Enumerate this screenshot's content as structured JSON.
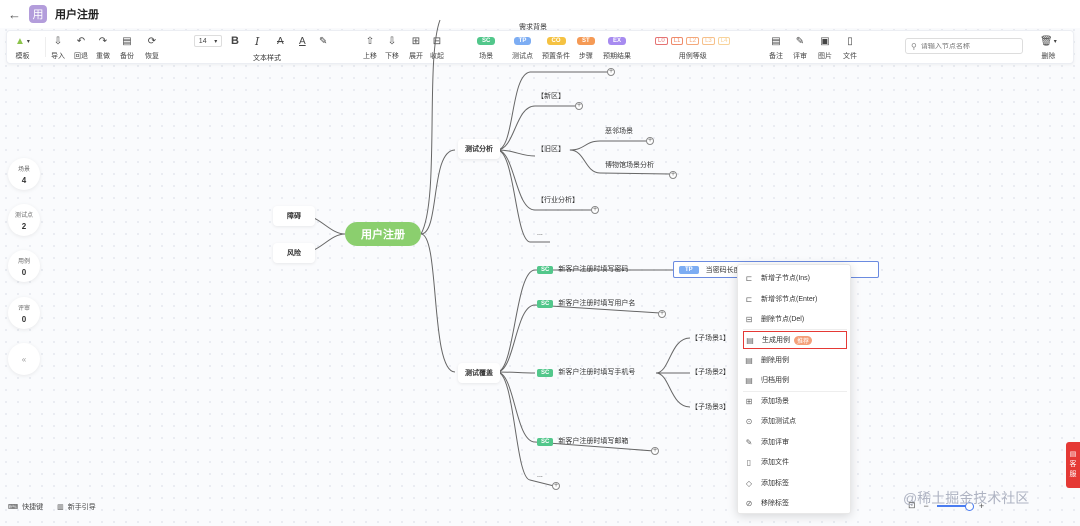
{
  "header": {
    "title": "用户注册",
    "logo": "用",
    "back_icon": "arrow-left-icon"
  },
  "toolbar": {
    "template": "模板",
    "import": "导入",
    "undo": "回退",
    "redo": "重做",
    "backup": "备份",
    "restore": "恢复",
    "font_size": "14",
    "text_style": "文本样式",
    "move_up": "上移",
    "move_down": "下移",
    "expand": "展开",
    "collapse": "收起",
    "pill_sc": "SC",
    "pill_tp": "TP",
    "pill_co": "CO",
    "pill_st": "ST",
    "pill_ex": "EX",
    "scene": "场景",
    "testpoint": "测试点",
    "precondition": "预置条件",
    "steps": "步骤",
    "expected": "预期结果",
    "levels": [
      "L0",
      "L1",
      "L2",
      "L3",
      "L4"
    ],
    "case_level": "用例等级",
    "remark": "备注",
    "review": "评审",
    "image": "图片",
    "file": "文件",
    "search_placeholder": "请输入节点名称",
    "delete": "删除",
    "colors": {
      "sc": "#52c78b",
      "tp": "#7dadf3",
      "co": "#f5c242",
      "st": "#f59a55",
      "ex": "#a78bf0"
    }
  },
  "stats": [
    {
      "label": "场景",
      "value": "4"
    },
    {
      "label": "测试点",
      "value": "2"
    },
    {
      "label": "用例",
      "value": "0"
    },
    {
      "label": "评审",
      "value": "0"
    }
  ],
  "collapse_glyph": "«",
  "map": {
    "root": "用户注册",
    "top_partial": "需求背景",
    "left": [
      "障碍",
      "风险"
    ],
    "analysis": "测试分析",
    "coverage": "测试覆盖",
    "new_area": "【新区】",
    "old_area": "【旧区】",
    "old_children": [
      "恶邻场景",
      "博物馆场景分析"
    ],
    "industry": "【行业分析】",
    "ellipsis": "...",
    "sc_label": "SC",
    "scenes": [
      "新客户注册时填写密码",
      "新客户注册时填写用户名",
      "新客户注册时填写手机号",
      "新客户注册时填写邮箱"
    ],
    "sub_scenes": [
      "【子场景1】",
      "【子场景2】",
      "【子场景3】"
    ],
    "tp_label": "TP",
    "tp_text": "当密码长度小于6位时，注册不成功"
  },
  "context_menu": {
    "items": [
      "新增子节点(Ins)",
      "新增邻节点(Enter)",
      "删除节点(Del)",
      "生成用例",
      "删除用例",
      "归档用例",
      "添加场景",
      "添加测试点",
      "添加评审",
      "添加文件",
      "添加标签",
      "移除标签"
    ],
    "badge": "推荐"
  },
  "bottom": {
    "shortcuts": "快捷键",
    "guide": "新手引导"
  },
  "watermark": "@稀土掘金技术社区",
  "fab": [
    "客",
    "服"
  ]
}
